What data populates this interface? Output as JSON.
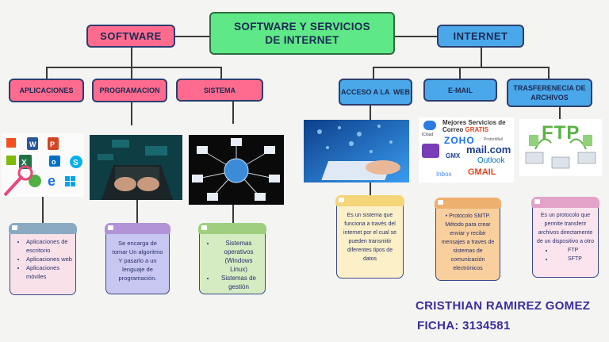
{
  "title": {
    "line1": "SOFTWARE Y SERVICIOS",
    "line2": "DE INTERNET"
  },
  "software": {
    "label": "SOFTWARE",
    "categories": [
      "APLICACIONES",
      "PROGRAMACION",
      "SISTEMA"
    ],
    "cards": {
      "aplicaciones": [
        "Aplicaciones de escritorio",
        "Aplicaciones web",
        "Aplicaciones móviles"
      ],
      "programacion": "Se encarga de tomar Un algoritmo Y pasarlo a un lenguaje de programación.",
      "sistema": [
        "Sistemas operativos (Windows Linux)",
        "Sistemas de gestión"
      ]
    }
  },
  "internet": {
    "label": "INTERNET",
    "categories": [
      "ACCESO A LA  WEB",
      "E-MAIL",
      "TRASFERENECIA DE ARCHIVOS"
    ],
    "cards": {
      "web": "Es un sistema que funciona a través del internet por el cual se pueden transmitir diferentes tipos de datos",
      "email": "Protocolo SMTP. Método para crear enviar y recibir mensajes a traves de sistemas de comunicación electrónicos",
      "ftp_text": "Es un protocolo que permite transferir archivos directamente de un dispositivo a otro",
      "ftp_items": [
        "FTP",
        "SFTP"
      ]
    }
  },
  "email_image": {
    "heading": "Mejores Servicios de Correo",
    "heading_accent": "GRATIS",
    "services": [
      "iCloud",
      "ZOHO",
      "ProtonMail",
      "GMX",
      "mail.com",
      "Outlook",
      "Inbox",
      "GMAIL"
    ]
  },
  "ftp_image": {
    "text": "FTP"
  },
  "footer": {
    "name": "CRISTHIAN RAMIREZ GOMEZ",
    "ficha": "FICHA: 3134581"
  },
  "colors": {
    "pink": "#ff6b8e",
    "blue": "#4aa8ea",
    "green": "#5ee887",
    "lavender": "#c7c7f2",
    "sage": "#d5ecc2",
    "peach": "#f9cf9d",
    "pale_yellow": "#fbf0c8",
    "pale_pink": "#f9e1ea"
  }
}
